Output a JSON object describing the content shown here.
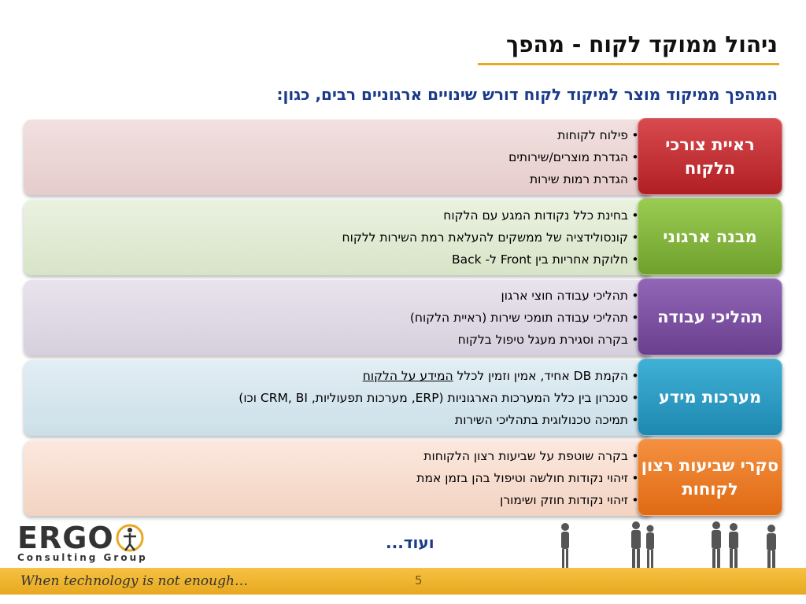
{
  "title": "ניהול ממוקד לקוח - מהפך",
  "subtitle": "המהפך ממיקוד מוצר למיקוד לקוח דורש שינויים ארגוניים רבים, כגון:",
  "rows": [
    {
      "label": "ראיית צורכי הלקוח",
      "panel_color": "#ecd5d5",
      "label_color": "#c0282c",
      "bullets": [
        "פילוח לקוחות",
        "הגדרת מוצרים/שירותים",
        "הגדרת רמות שירות"
      ]
    },
    {
      "label": "מבנה ארגוני",
      "panel_color": "#e3ecd6",
      "label_color": "#7fb23a",
      "bullets": [
        "בחינת כלל נקודות המגע עם הלקוח",
        "קונסולידציה של ממשקים להעלאת רמת השירות ללקוח",
        "חלוקת אחריות בין Front ל- Back"
      ]
    },
    {
      "label": "תהליכי עבודה",
      "panel_color": "#e0dbe6",
      "label_color": "#7a4e9e",
      "bullets": [
        "תהליכי עבודה חוצי ארגון",
        "תהליכי עבודה תומכי שירות (ראיית הלקוח)",
        "בקרה וסגירת מעגל טיפול בלקוח"
      ]
    },
    {
      "label": "מערכות מידע",
      "panel_color": "#d7e6ee",
      "label_color": "#2a9bc2",
      "bullets": [
        "הקמת DB אחיד, אמין וזמין לכלל",
        "סנכרון בין כלל המערכות הארגוניות (ERP, מערכות תפעוליות, CRM, BI וכו)",
        "תמיכה טכנולוגית בתהליכי השירות"
      ],
      "underlined": "המידע על הלקוח"
    },
    {
      "label": "סקרי שביעות רצון לקוחות",
      "panel_color": "#f8dfd2",
      "label_color": "#ee7a22",
      "bullets": [
        "בקרה שוטפת על שביעות רצון הלקוחות",
        "זיהוי נקודות חולשה וטיפול בהן בזמן אמת",
        "זיהוי נקודות חוזק ושימורן"
      ]
    }
  ],
  "more": "ועוד...",
  "logo": {
    "main": "ERGO",
    "sub": "Consulting Group"
  },
  "footer": {
    "tagline": "When technology is not enough…",
    "page": "5"
  },
  "colors": {
    "accent": "#e8a820",
    "subtitle": "#1a3a8a"
  },
  "icons": [
    "logo-figure-icon",
    "business-people-silhouettes"
  ]
}
